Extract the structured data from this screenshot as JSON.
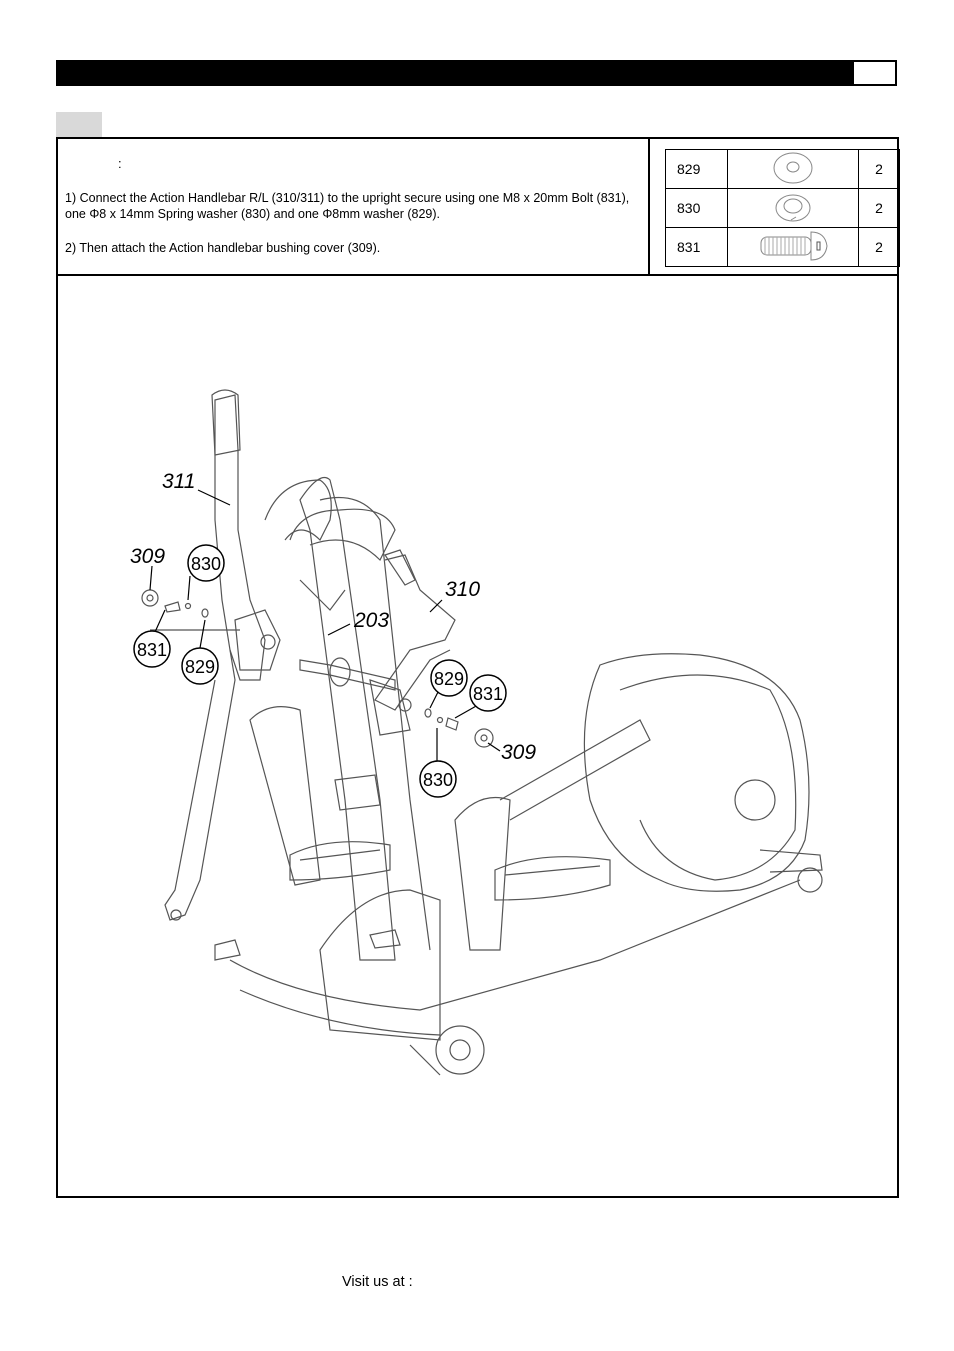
{
  "instructions": {
    "colon": ":",
    "step1": "1) Connect the Action Handlebar R/L (310/311) to the upright secure using one M8 x 20mm Bolt (831), one Φ8 x 14mm Spring washer (830) and one Φ8mm washer (829).",
    "step2": "2) Then attach the Action handlebar bushing cover (309)."
  },
  "parts": [
    {
      "number": "829",
      "icon": "flat-washer-icon",
      "qty": "2"
    },
    {
      "number": "830",
      "icon": "spring-washer-icon",
      "qty": "2"
    },
    {
      "number": "831",
      "icon": "bolt-icon",
      "qty": "2"
    }
  ],
  "callouts": {
    "c311": "311",
    "c309_left": "309",
    "c830_left": "830",
    "c831_left": "831",
    "c829_left": "829",
    "c203": "203",
    "c310": "310",
    "c829_right": "829",
    "c831_right": "831",
    "c309_right": "309",
    "c830_right": "830"
  },
  "footer": {
    "visit": "Visit us at :"
  }
}
